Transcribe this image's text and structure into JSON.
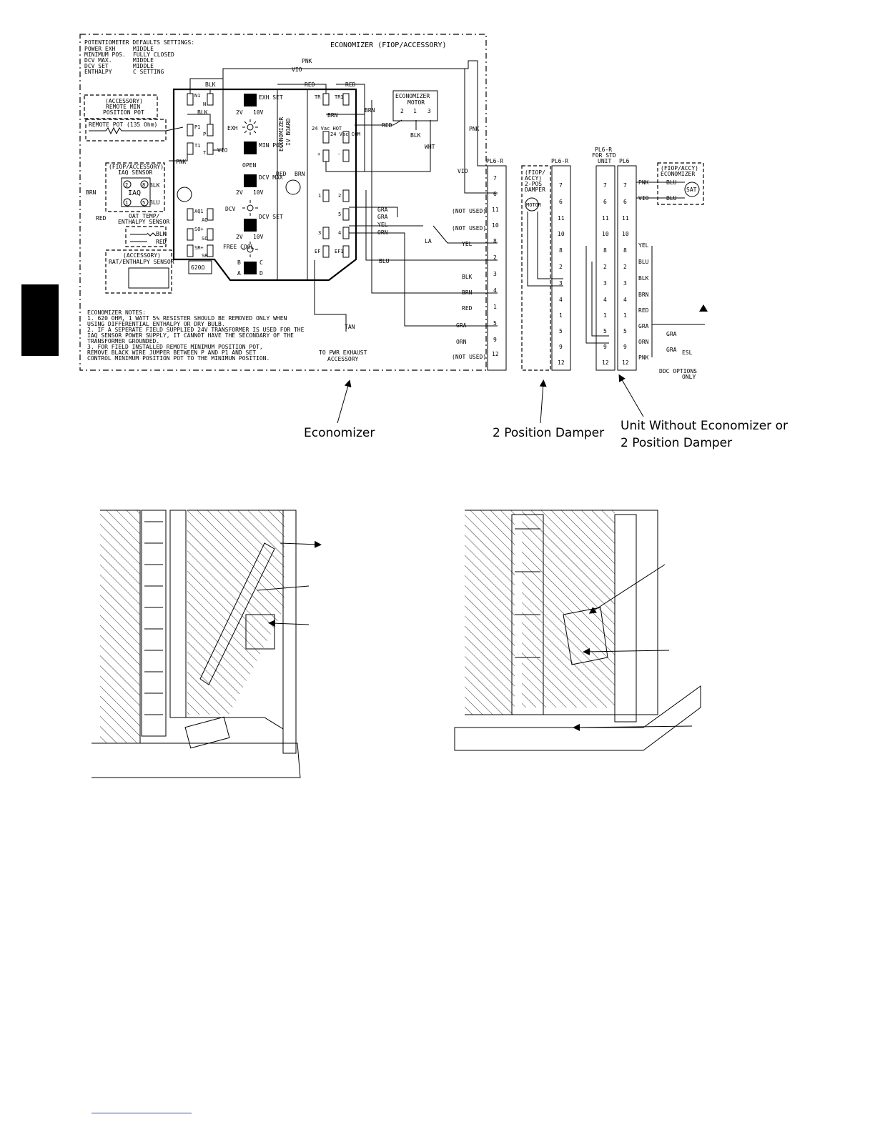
{
  "defaults": {
    "heading": "POTENTIOMETER DEFAULTS SETTINGS:",
    "rows": [
      {
        "name": "POWER EXH",
        "value": "MIDDLE"
      },
      {
        "name": "MINIMUM POS.",
        "value": "FULLY CLOSED"
      },
      {
        "name": "DCV MAX.",
        "value": "MIDDLE"
      },
      {
        "name": "DCV SET",
        "value": "MIDDLE"
      },
      {
        "name": "ENTHALPY",
        "value": "C SETTING"
      }
    ]
  },
  "economizer_title": "ECONOMIZER (FIOP/ACCESSORY)",
  "remote_pot": {
    "line1": "(ACCESSORY)",
    "line2": "REMOTE MIN",
    "line3": "POSITION POT",
    "label": "REMOTE POT (135 Ohm)"
  },
  "iaq": {
    "line1": "(FIOP/ACCESSORY)",
    "line2": "IAQ SENSOR",
    "name": "IAQ"
  },
  "oat": {
    "line1": "OAT TEMP/",
    "line2": "ENTHALPY SENSOR"
  },
  "rat": {
    "line1": "(ACCESSORY)",
    "line2": "RAT/ENTHALPY SENSOR",
    "resistor": "620Ω"
  },
  "board": {
    "label_line1": "ECONOMIZER",
    "label_line2": "IV BOARD",
    "exh_set": "EXH SET",
    "exh": "EXH",
    "min_pos": "MIN POS",
    "open": "OPEN",
    "dcv_max": "DCV MAX",
    "dcv": "DCV",
    "dcv_set": "DCV SET",
    "free_cool": "FREE COOL",
    "v2": "2V",
    "v10": "10V",
    "a": "A",
    "b": "B",
    "c": "C",
    "d": "D"
  },
  "terminals_left": [
    "N1",
    "N",
    "P1",
    "P",
    "T1",
    "T",
    "AQ1",
    "AQ",
    "SO+",
    "SO",
    "SR+",
    "SR"
  ],
  "terminals_right": [
    "TR",
    "TR1",
    "24 Vac HOT",
    "24 Vac COM",
    "+",
    "-",
    "1",
    "2",
    "5",
    "3",
    "4",
    "EF",
    "EF1"
  ],
  "motor": {
    "line1": "ECONOMIZER",
    "line2": "MOTOR",
    "pins": [
      "2",
      "1",
      "3"
    ]
  },
  "wire_colors": [
    "PNK",
    "VIO",
    "BLK",
    "RED",
    "BRN",
    "WHT",
    "GRA",
    "YEL",
    "ORN",
    "BLU",
    "TAN"
  ],
  "la_label": "LA",
  "pwr_exhaust": {
    "line1": "TO PWR EXHAUST",
    "line2": "ACCESSORY"
  },
  "notes": {
    "heading": "ECONOMIZER NOTES:",
    "lines": [
      "1. 620 OHM, 1 WATT 5% RESISTER SHOULD BE REMOVED ONLY WHEN",
      "USING DIFFERENTIAL ENTHALPY OR DRY BULB.",
      "2. IF A SEPERATE FIELD SUPPLIED 24V TRANSFORMER IS USED FOR THE",
      "IAQ SENSOR POWER SUPPLY, IT CANNOT HAVE THE SECONDARY OF THE",
      "TRANSFORMER GROUNDED.",
      "3. FOR FIELD INSTALLED REMOTE MINIMUM POSITION POT,",
      "REMOVE BLACK WIRE JUMPER BETWEEN P AND P1 AND SET",
      "CONTROL MINIMUM POSITION POT TO THE MINIMUN POSITION."
    ]
  },
  "pl6r_main": {
    "label": "PL6-R",
    "pins": [
      "7",
      "6",
      "11",
      "10",
      "8",
      "2",
      "3",
      "4",
      "1",
      "5",
      "9",
      "12"
    ],
    "not_used": "(NOT USED)"
  },
  "damper": {
    "line1": "(FIOP/",
    "line2": "ACCY)",
    "line3": "2-POS",
    "line4": "DAMPER",
    "motor": "MOTOR",
    "pl_label": "PL6-R",
    "pins": [
      "7",
      "6",
      "11",
      "10",
      "8",
      "2",
      "3",
      "4",
      "1",
      "5",
      "9",
      "12"
    ]
  },
  "std_unit": {
    "pl6r_line1": "PL6-R",
    "pl6r_line2": "FOR STD",
    "pl6r_line3": "UNIT",
    "pl6": "PL6",
    "pins": [
      "7",
      "6",
      "11",
      "10",
      "8",
      "2",
      "3",
      "4",
      "1",
      "5",
      "9",
      "12"
    ],
    "sat_box_line1": "(FIOP/ACCY)",
    "sat_box_line2": "ECONOMIZER",
    "sat": "SAT",
    "esl": "ESL",
    "ddc_line1": "DDC OPTIONS",
    "ddc_line2": "ONLY"
  },
  "captions": {
    "economizer": "Economizer",
    "damper": "2 Position Damper",
    "unit_line1": "Unit Without Economizer or",
    "unit_line2": "2 Position Damper"
  }
}
